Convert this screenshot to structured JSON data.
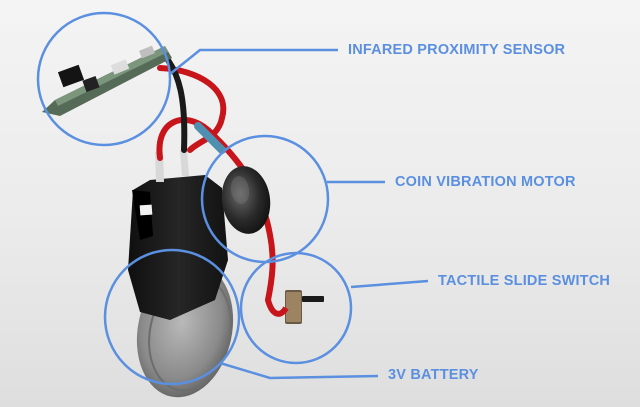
{
  "callouts": {
    "sensor_label": "INFARED PROXIMITY SENSOR",
    "motor_label": "COIN VIBRATION MOTOR",
    "switch_label": "TACTILE SLIDE SWITCH",
    "battery_label": "3V BATTERY"
  },
  "colors": {
    "callout_blue": "#5b8fe0",
    "background": "#eeeeee",
    "wire_red": "#c8141b",
    "holder_black": "#1c1c1c",
    "battery_grey": "#8a8a8a",
    "pcb_green": "#4e6a52"
  }
}
